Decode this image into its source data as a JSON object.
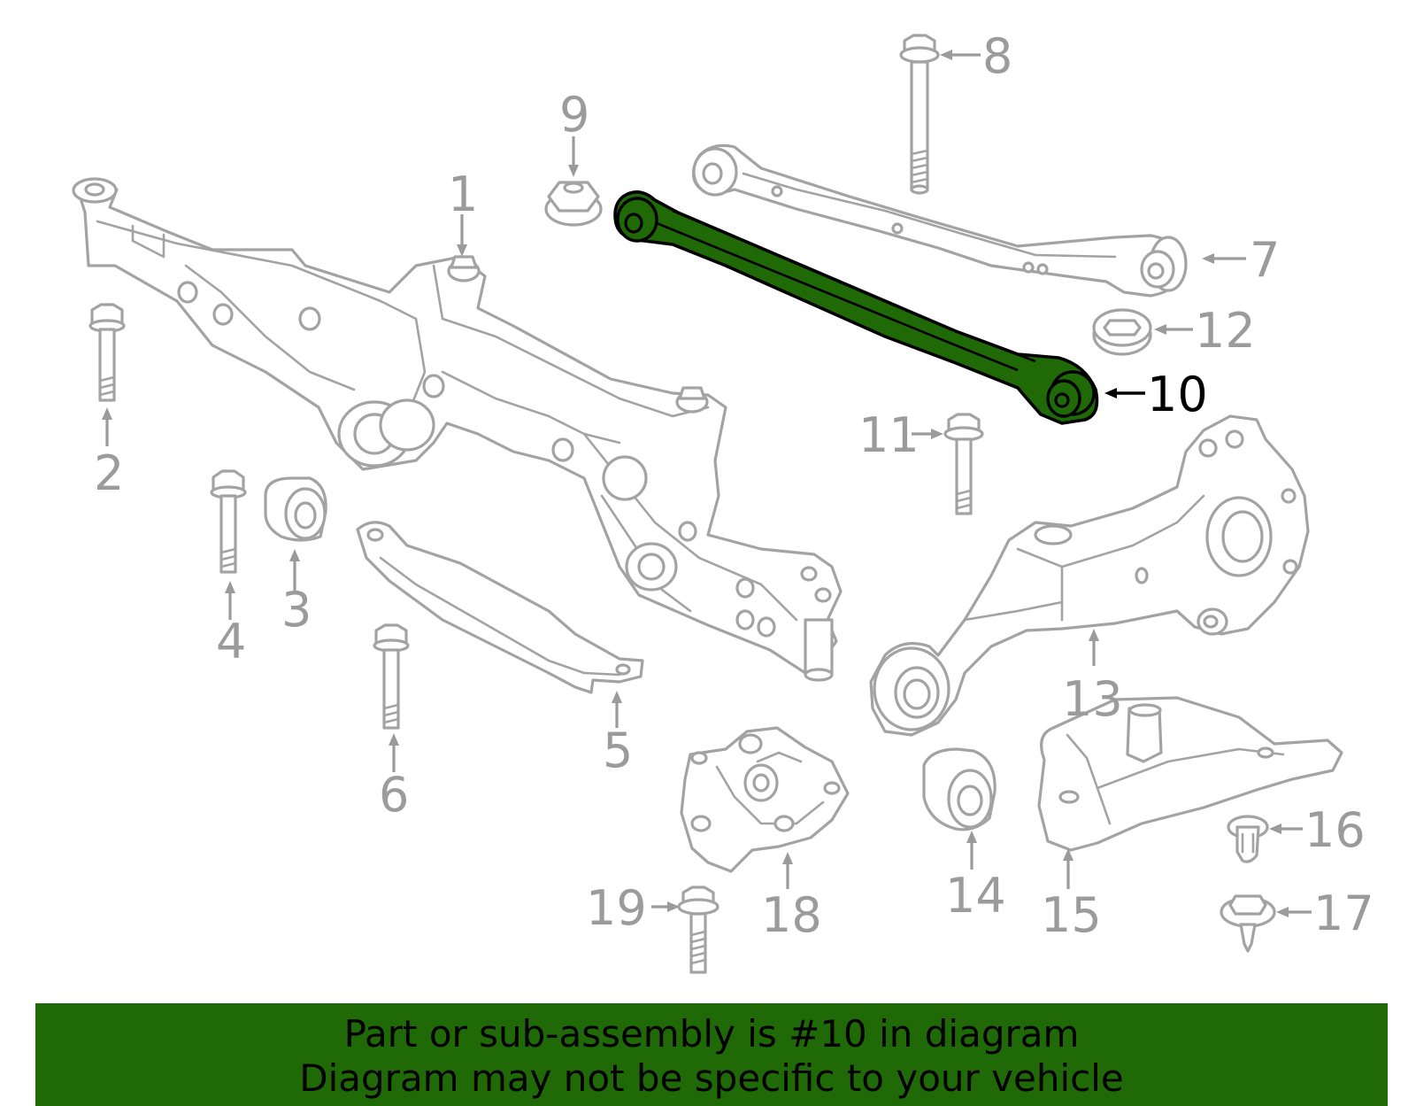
{
  "diagram": {
    "highlight_color": "#1f6a06",
    "highlighted_part": "10",
    "callouts": [
      {
        "id": "1",
        "text": "1"
      },
      {
        "id": "2",
        "text": "2"
      },
      {
        "id": "3",
        "text": "3"
      },
      {
        "id": "4",
        "text": "4"
      },
      {
        "id": "5",
        "text": "5"
      },
      {
        "id": "6",
        "text": "6"
      },
      {
        "id": "7",
        "text": "7"
      },
      {
        "id": "8",
        "text": "8"
      },
      {
        "id": "9",
        "text": "9"
      },
      {
        "id": "10",
        "text": "10"
      },
      {
        "id": "11",
        "text": "11"
      },
      {
        "id": "12",
        "text": "12"
      },
      {
        "id": "13",
        "text": "13"
      },
      {
        "id": "14",
        "text": "14"
      },
      {
        "id": "15",
        "text": "15"
      },
      {
        "id": "16",
        "text": "16"
      },
      {
        "id": "17",
        "text": "17"
      },
      {
        "id": "18",
        "text": "18"
      },
      {
        "id": "19",
        "text": "19"
      }
    ]
  },
  "banner": {
    "line1": "Part or sub-assembly is #10 in diagram",
    "line2": "Diagram may not be specific to your vehicle",
    "background": "#1f6a06"
  }
}
